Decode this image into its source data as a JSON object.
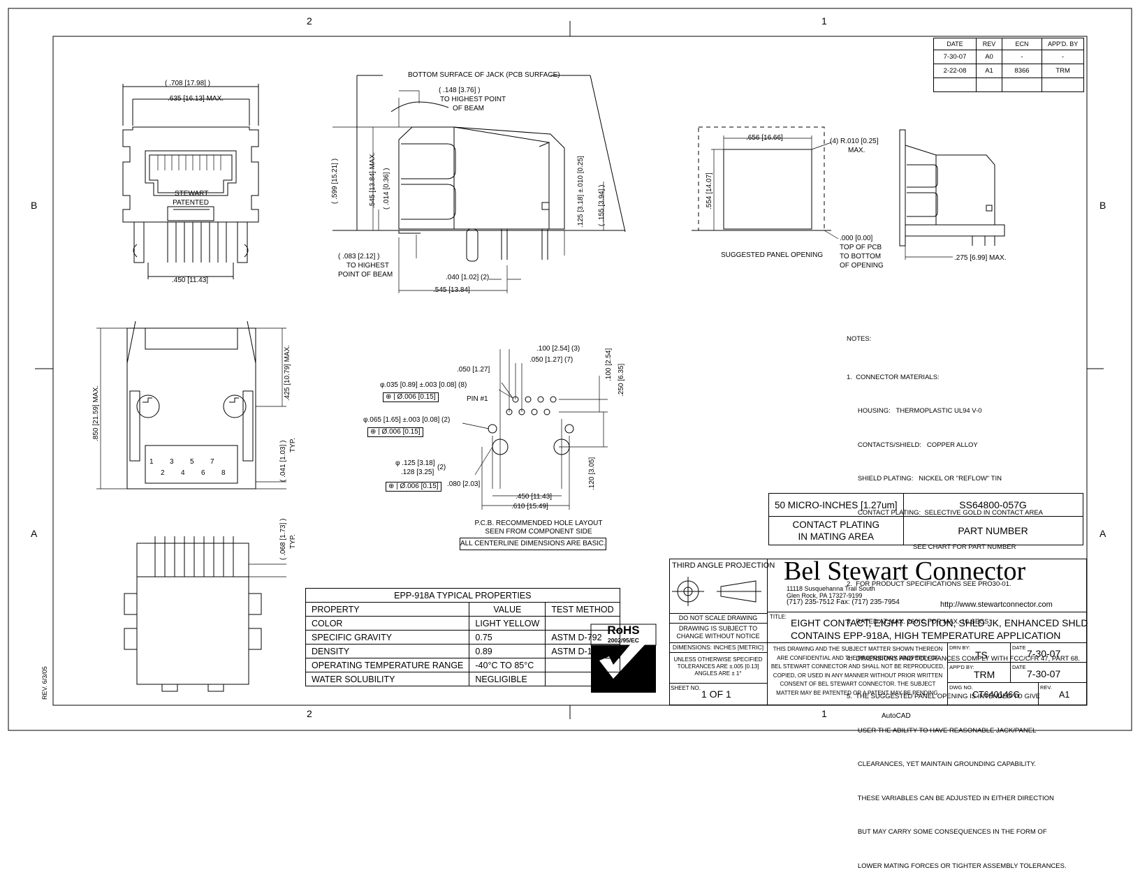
{
  "zones": {
    "top_left": "2",
    "top_right": "1",
    "bottom_left": "2",
    "bottom_right": "1",
    "left_upper": "B",
    "left_lower": "A",
    "right_upper": "B",
    "right_lower": "A"
  },
  "revision_table": {
    "headers": [
      "DATE",
      "REV",
      "ECN",
      "APP'D. BY"
    ],
    "rows": [
      [
        "7-30-07",
        "A0",
        "-",
        "-"
      ],
      [
        "2-22-08",
        "A1",
        "8366",
        "TRM"
      ],
      [
        "",
        "",
        "",
        ""
      ]
    ]
  },
  "front_view": {
    "dim_overall": "( .708 [17.98] )",
    "dim_max": ".635 [16.13] MAX.",
    "label_line1": "STEWART",
    "label_line2": "PATENTED",
    "dim_pins": ".450 [11.43]"
  },
  "side_view": {
    "bottom_surface": "BOTTOM SURFACE OF JACK (PCB SURFACE)",
    "beam_dim": "( .148 [3.76] )",
    "beam_line2": "TO HIGHEST POINT",
    "beam_line3": "OF BEAM",
    "dim_599": "( .599 [15.21] )",
    "dim_545_max": ".545 [13.84] MAX.",
    "dim_014": "( .014 [0.36] )",
    "dim_125": ".125 [3.18] ±.010 [0.25]",
    "dim_155": "( .155 [3.94] )",
    "dim_083": "( .083 [2.12] )",
    "dim_083_line2": "TO HIGHEST",
    "dim_083_line3": "POINT OF BEAM",
    "dim_040": ".040 [1.02] (2)",
    "dim_545": ".545 [13.84]"
  },
  "panel_view": {
    "dim_656": ".656 [16.66]",
    "radius": "(4) R.010 [0.25]",
    "radius_line2": "MAX.",
    "dim_554": ".554 [14.07]",
    "caption": "SUGGESTED PANEL OPENING",
    "dim_000": ".000 [0.00]",
    "dim_000_line2": "TOP OF PCB",
    "dim_000_line3": "TO BOTTOM",
    "dim_000_line4": "OF OPENING",
    "dim_275": ".275 [6.99] MAX."
  },
  "top_view": {
    "dim_850": ".850 [21.59] MAX.",
    "dim_425": ".425 [10.79] MAX.",
    "dim_041": "( .041 [1.03] )",
    "dim_041_typ": "TYP.",
    "pins_top": [
      "1",
      "3",
      "5",
      "7"
    ],
    "pins_bottom": [
      "2",
      "4",
      "6",
      "8"
    ]
  },
  "rear_view": {
    "dim_068": "( .068 [1.73] )",
    "dim_068_typ": "TYP."
  },
  "hole_layout": {
    "dim_100_3": ".100 [2.54] (3)",
    "dim_050_7": ".050 [1.27] (7)",
    "dim_050": ".050 [1.27]",
    "dim_100": ".100 [2.54]",
    "dim_250": ".250 [6.35]",
    "hole_035": "φ.035 [0.89] ±.003 [0.08] (8)",
    "tol_1_sym": "⊕",
    "tol_1": "Ø.006 [0.15]",
    "pin1": "PIN #1",
    "hole_065": "φ.065 [1.65] ±.003 [0.08] (2)",
    "tol_2": "Ø.006 [0.15]",
    "hole_125_a": "φ .125 [3.18]",
    "hole_125_b": ".128 [3.25]",
    "hole_125_qty": "(2)",
    "tol_3": "Ø.006 [0.15]",
    "dim_080": ".080 [2.03]",
    "dim_120": ".120 [3.05]",
    "dim_450": ".450 [11.43]",
    "dim_610": ".610 [15.49]",
    "caption_line1": "P.C.B. RECOMMENDED HOLE LAYOUT",
    "caption_line2": "SEEN FROM COMPONENT SIDE",
    "basic_note": "ALL CENTERLINE DIMENSIONS ARE BASIC."
  },
  "notes": {
    "heading": "NOTES:",
    "lines": [
      "1.  CONNECTOR MATERIALS:",
      "      HOUSING:   THERMOPLASTIC UL94 V-0",
      "      CONTACTS/SHIELD:   COPPER ALLOY",
      "      SHIELD PLATING:   NICKEL OR \"REFLOW\" TIN",
      "      CONTACT PLATING:  SELECTIVE GOLD IN CONTACT AREA",
      "                                    SEE CHART FOR PART NUMBER",
      "2.  FOR PRODUCT SPECIFICATIONS SEE PRO30-01.",
      "3.  RATED AT MAX. 260°C FOR MAX. 10 SECS.",
      "4.  DIMENSIONS AND TOLERANCES COMPLY WITH FCC/CFR 47, PART 68.",
      "5.  THE SUGGESTED PANEL OPENING IS INTENDED TO GIVE",
      "      USER THE ABILITY TO HAVE REASONABLE JACK/PANEL",
      "      CLEARANCES, YET MAINTAIN GROUNDING CAPABILITY.",
      "      THESE VARIABLES CAN BE ADJUSTED IN EITHER DIRECTION",
      "      BUT MAY CARRY SOME CONSEQUENCES IN THE FORM OF",
      "      LOWER MATING FORCES OR TIGHTER ASSEMBLY TOLERANCES."
    ]
  },
  "part_table": {
    "plating": "50 MICRO-INCHES [1.27um]",
    "part_number": "SS64800-057G",
    "plating_label_1": "CONTACT PLATING",
    "plating_label_2": "IN MATING AREA",
    "part_label": "PART NUMBER"
  },
  "properties_table": {
    "title": "EPP-918A TYPICAL PROPERTIES",
    "headers": [
      "PROPERTY",
      "VALUE",
      "TEST METHOD"
    ],
    "rows": [
      [
        "COLOR",
        "LIGHT YELLOW",
        ""
      ],
      [
        "SPECIFIC GRAVITY",
        "0.75",
        "ASTM D-792"
      ],
      [
        "DENSITY",
        "0.89",
        "ASTM D-1480"
      ],
      [
        "OPERATING TEMPERATURE RANGE",
        "-40°C TO 85°C",
        ""
      ],
      [
        "WATER SOLUBILITY",
        "NEGLIGIBLE",
        ""
      ]
    ]
  },
  "rohs": {
    "label": "RoHS",
    "sub": "2002/95/EC"
  },
  "title_block": {
    "projection": "THIRD ANGLE PROJECTION",
    "company": "Bel Stewart Connector",
    "addr1": "11118 Susquehanna Trail South",
    "addr2": "Glen Rock, PA  17327-9199",
    "addr3": "(717) 235-7512  Fax: (717) 235-7954",
    "url": "http://www.stewartconnector.com",
    "no_scale": "DO NOT SCALE DRAWING",
    "subject_1": "DRAWING IS SUBJECT TO",
    "subject_2": "CHANGE WITHOUT NOTICE",
    "title_label": "TITLE:",
    "title_1": "EIGHT CONTACT, EIGHT POSITION, SHLD JK, ENHANCED SHLD",
    "title_2": "CONTAINS EPP-918A, HIGH TEMPERATURE APPLICATION",
    "dims_units": "DIMENSIONS: INCHES [METRIC]",
    "tol_1": "UNLESS OTHERWISE SPECIFIED",
    "tol_2": "TOLERANCES ARE ±.005 [0.13]",
    "tol_3": "ANGLES ARE ± 1°",
    "sheet_label": "SHEET NO.",
    "sheet": "1 OF 1",
    "conf": [
      "THIS DRAWING AND THE SUBJECT MATTER SHOWN THEREON",
      "ARE CONFIDENTIAL AND THE PROPRIETARY PROPERTY OF",
      "BEL STEWART CONNECTOR AND SHALL NOT BE REPRODUCED,",
      "COPIED, OR USED IN ANY MANNER WITHOUT PRIOR WRITTEN",
      "CONSENT OF BEL STEWART CONNECTOR.  THE SUBJECT",
      "MATTER MAY BE PATENTED OR A PATENT MAY BE PENDING."
    ],
    "drn_label": "DRN BY:",
    "drn": "TS",
    "date_label": "DATE",
    "drn_date": "7-30-07",
    "appd_label": "APP'D BY:",
    "appd": "TRM",
    "appd_date": "7-30-07",
    "dwg_label": "DWG NO.",
    "dwg": "CT640146G",
    "rev_label": "REV.",
    "rev": "A1"
  },
  "footer": {
    "rev_stamp": "REV. 6/3/05",
    "autocad": "AutoCAD"
  }
}
